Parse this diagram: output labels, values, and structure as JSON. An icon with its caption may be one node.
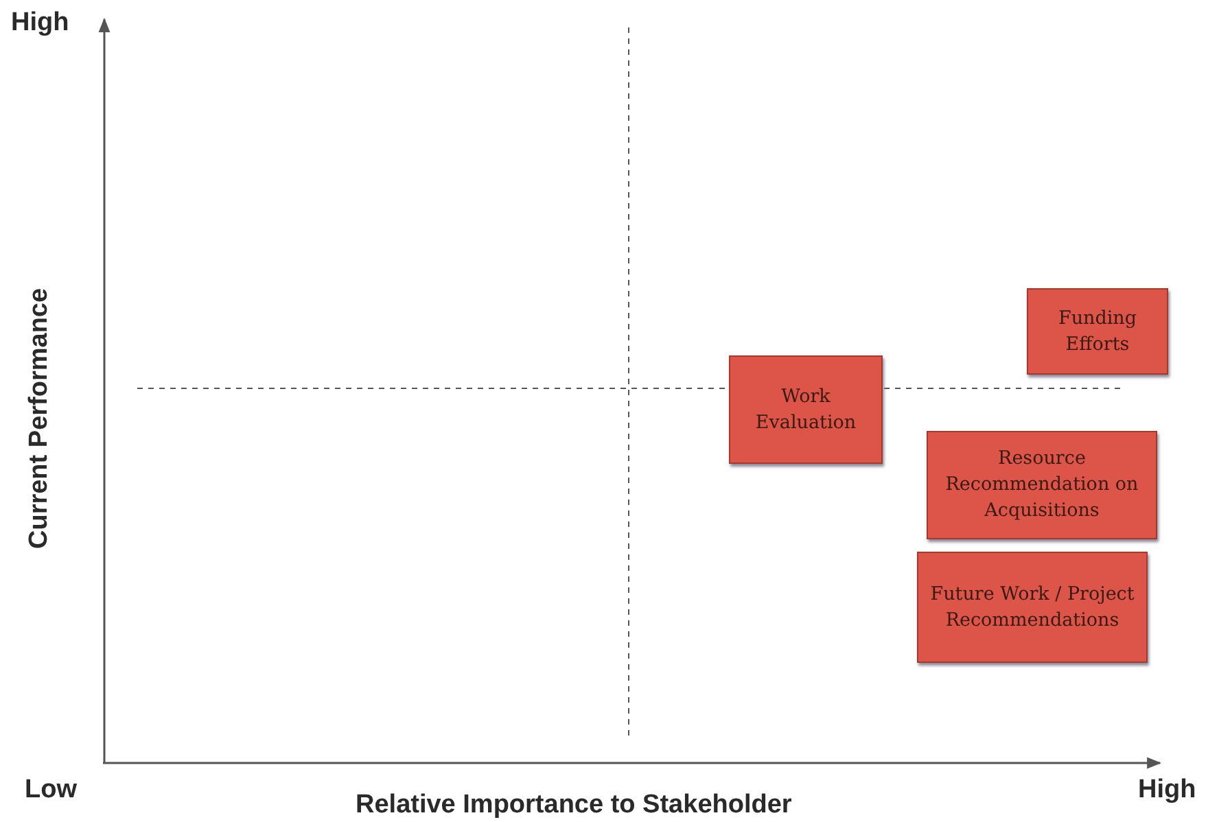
{
  "diagram": {
    "nodes": [
      {
        "text": [
          "Funding Efforts"
        ]
      },
      {
        "text": [
          "Work Evaluation"
        ]
      },
      {
        "text": [
          "Resource Recommendation on Acquisitions"
        ]
      },
      {
        "text": [
          "Future Work / Project Recommendations"
        ]
      }
    ],
    "labels": [
      "High",
      "Current Performance",
      "Low",
      "Relative Importance to Stakeholder",
      "High"
    ]
  }
}
